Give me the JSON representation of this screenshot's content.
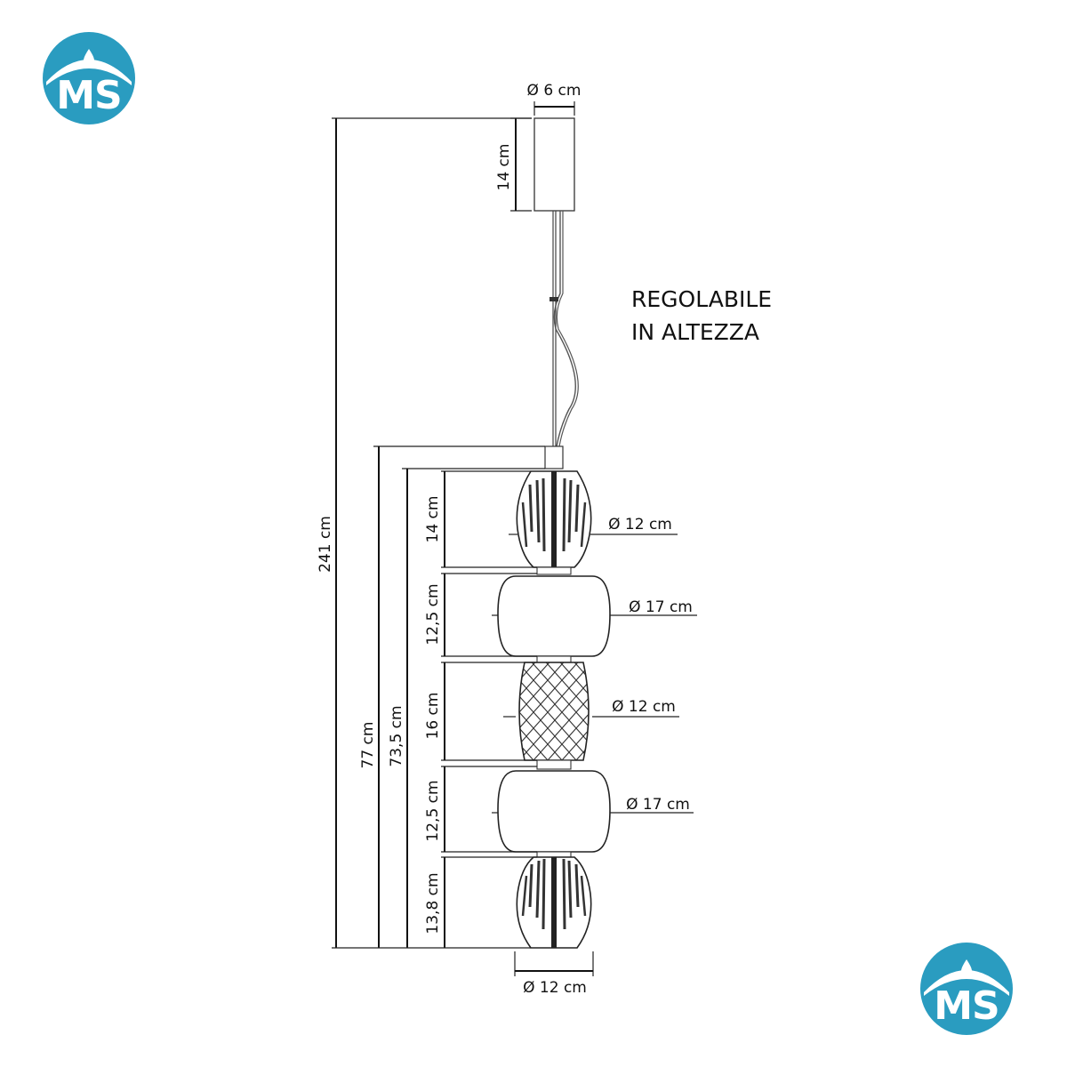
{
  "logos": {
    "top_left": {
      "text": "MS",
      "color": "#2a9cc0"
    },
    "bottom_right": {
      "text": "MS",
      "color": "#2a9cc0"
    }
  },
  "note": {
    "line1": "REGOLABILE",
    "line2": "IN ALTEZZA"
  },
  "dimensions": {
    "canopy_diameter": "Ø 6 cm",
    "canopy_height": "14 cm",
    "total_height": "241 cm",
    "body_height": "77 cm",
    "shades_height": "73,5 cm",
    "shade1_height": "14 cm",
    "shade2_height": "12,5 cm",
    "shade3_height": "16 cm",
    "shade4_height": "12,5 cm",
    "shade5_height": "13,8 cm",
    "shade1_diameter": "Ø 12 cm",
    "shade2_diameter": "Ø 17 cm",
    "shade3_diameter": "Ø 12 cm",
    "shade4_diameter": "Ø 17 cm",
    "bottom_diameter": "Ø 12 cm"
  }
}
